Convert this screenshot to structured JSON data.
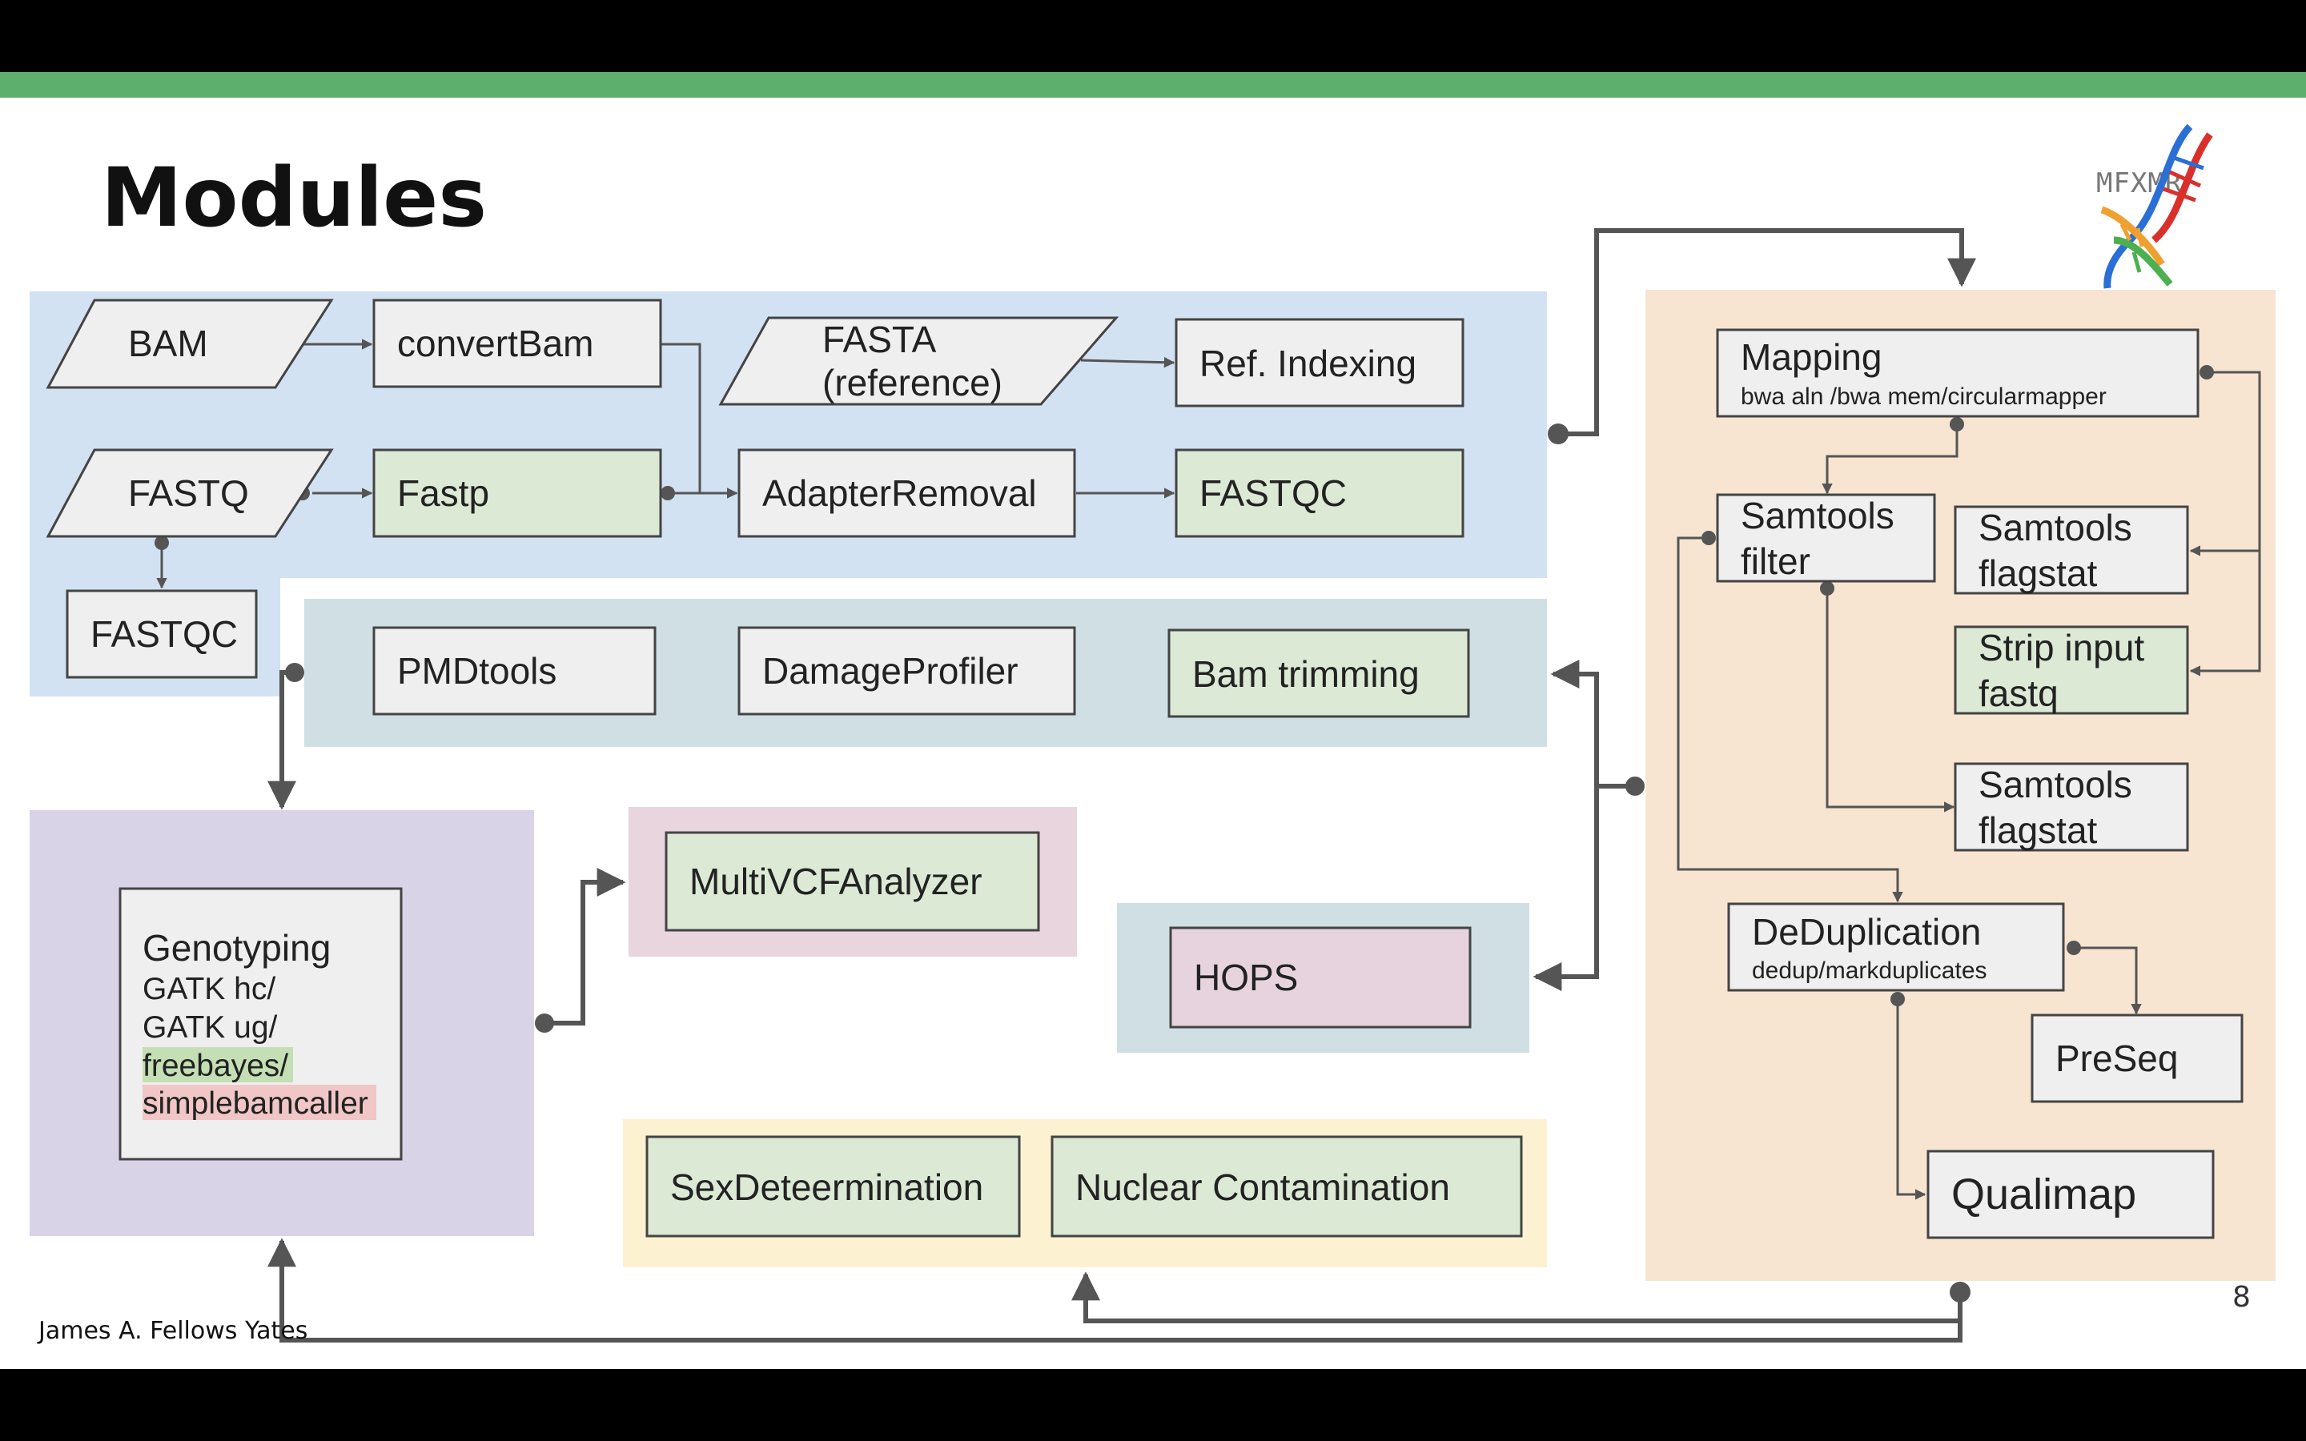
{
  "slide": {
    "title": "Modules",
    "author": "James A. Fellows Yates",
    "page_number": "8",
    "logo_text": "MFXMR"
  },
  "colors": {
    "top_bar": "#5daf6e",
    "blue_region": "#d3e2f2",
    "slate_region": "#d0dfe3",
    "purple_region": "#d9d3e8",
    "pink_region": "#e8d5de",
    "yellow_region": "#fcf2d1",
    "orange_region": "#f7e5d1",
    "grey_box": "#efefef",
    "green_box": "#dce9d5",
    "pink_box": "#e6d3dd",
    "arrow": "#555555",
    "highlight_green": "#c5dfb5",
    "highlight_red": "#f0c6c6"
  },
  "nodes": {
    "bam": "BAM",
    "convert_bam": "convertBam",
    "fasta_line1": "FASTA",
    "fasta_line2": "(reference)",
    "ref_indexing": "Ref. Indexing",
    "fastq": "FASTQ",
    "fastp": "Fastp",
    "adapter_removal": "AdapterRemoval",
    "fastqc_top": "FASTQC",
    "fastqc_left": "FASTQC",
    "pmdtools": "PMDtools",
    "damage_profiler": "DamageProfiler",
    "bam_trimming": "Bam trimming",
    "mapping": "Mapping",
    "mapping_sub": "bwa aln /bwa mem/circularmapper",
    "samtools_filter_line1": "Samtools",
    "samtools_filter_line2": "filter",
    "samtools_flagstat1_line1": "Samtools",
    "samtools_flagstat1_line2": "flagstat",
    "strip_input_line1": "Strip input",
    "strip_input_line2": "fastq",
    "samtools_flagstat2_line1": "Samtools",
    "samtools_flagstat2_line2": "flagstat",
    "dedup": "DeDuplication",
    "dedup_sub": "dedup/markduplicates",
    "preseq": "PreSeq",
    "qualimap": "Qualimap",
    "genotyping": "Genotyping",
    "genotyping_line1": "GATK hc/",
    "genotyping_line2": "GATK ug/",
    "genotyping_line3": "freebayes/",
    "genotyping_line4": "simplebamcaller",
    "multivcf": "MultiVCFAnalyzer",
    "hops": "HOPS",
    "sex_determination": "SexDeteermination",
    "nuclear_contamination": "Nuclear Contamination"
  }
}
